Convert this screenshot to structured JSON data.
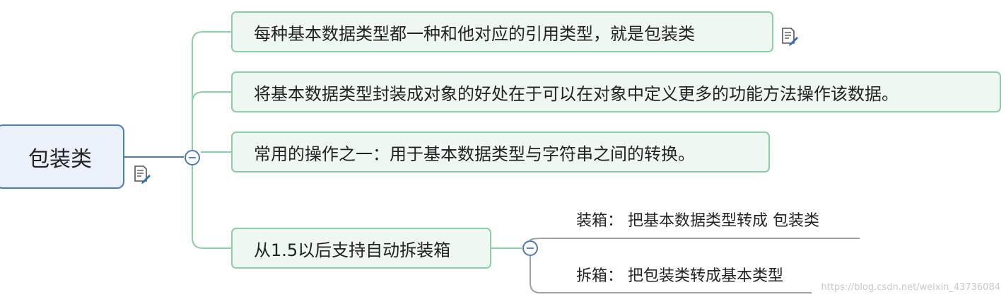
{
  "root": {
    "label": "包装类"
  },
  "topics": [
    {
      "label": "每种基本数据类型都一种和他对应的引用类型，就是包装类"
    },
    {
      "label": "将基本数据类型封装成对象的好处在于可以在对象中定义更多的功能方法操作该数据。"
    },
    {
      "label": "常用的操作之一：用于基本数据类型与字符串之间的转换。"
    },
    {
      "label": "从1.5以后支持自动拆装箱"
    }
  ],
  "subtopics": [
    {
      "label": "装箱： 把基本数据类型转成 包装类"
    },
    {
      "label": "拆箱： 把包装类转成基本类型"
    }
  ],
  "collapse_symbol": "−",
  "watermark": "https://blog.csdn.net/weixin_43736084",
  "colors": {
    "root_border": "#4a7bb7",
    "root_fill": "#eaf1fa",
    "topic_border": "#8ccea6",
    "topic_fill": "#eef7f1",
    "connector_green": "#8ccea6",
    "connector_gray": "#a0a0a0"
  },
  "icons": {
    "note": "note-edit-icon"
  }
}
